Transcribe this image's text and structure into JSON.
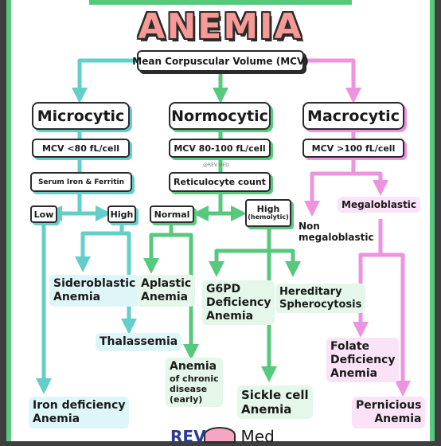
{
  "title": "ANEMIA",
  "root": "Mean Corpuscular Volume (MCV)",
  "branches": {
    "microcytic": {
      "label": "Microcytic",
      "mcv": "MCV <80 fL/cell",
      "test": "Serum Iron & Ferritin",
      "low": "Low",
      "high": "High",
      "outcomes": {
        "sideroblastic": [
          "Sideroblastic",
          "Anemia"
        ],
        "thalassemia": "Thalassemia",
        "iron_deficiency": [
          "Iron deficiency",
          "Anemia"
        ]
      }
    },
    "normocytic": {
      "label": "Normocytic",
      "mcv": "MCV 80-100 fL/cell",
      "test": "Reticulocyte count",
      "normal": "Normal",
      "high": "High",
      "high_sub": "(hemolytic)",
      "outcomes": {
        "aplastic": [
          "Aplastic",
          "Anemia"
        ],
        "chronic": [
          "Anemia",
          "of chronic",
          "disease",
          "(early)"
        ],
        "g6pd": [
          "G6PD",
          "Deficiency",
          "Anemia"
        ],
        "spherocytosis": [
          "Hereditary",
          "Spherocytosis"
        ],
        "sickle": [
          "Sickle cell",
          "Anemia"
        ]
      }
    },
    "macrocytic": {
      "label": "Macrocytic",
      "mcv": "MCV >100 fL/cell",
      "non_megaloblastic": [
        "Non",
        "megaloblastic"
      ],
      "megaloblastic": "Megaloblastic",
      "outcomes": {
        "folate": [
          "Folate",
          "Deficiency",
          "Anemia"
        ],
        "pernicious": [
          "Pernicious",
          "Anemia"
        ]
      }
    }
  },
  "watermark": "@REV.MED",
  "brand": {
    "rev": "REV",
    "med": "Med"
  },
  "colors": {
    "green": "#57c97d",
    "teal": "#63cfc8",
    "pink": "#ee93e0",
    "title": "#f59a95",
    "dark": "#2b2b2b"
  }
}
